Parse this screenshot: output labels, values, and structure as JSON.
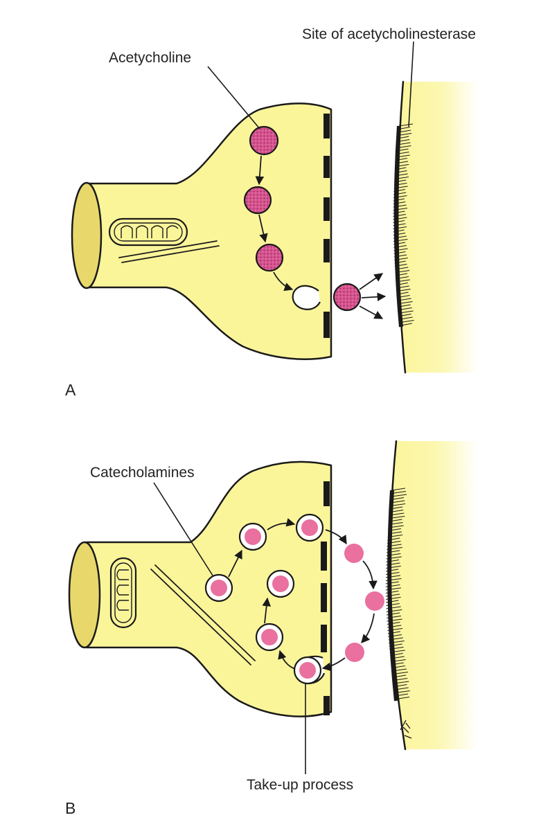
{
  "panel_a": {
    "letter": "A",
    "label_acetylcholine": "Acetycholine",
    "label_acetylcholinesterase": "Site of acetycholinesterase"
  },
  "panel_b": {
    "letter": "B",
    "label_catecholamines": "Catecholamines",
    "label_takeup": "Take-up process"
  },
  "colors": {
    "terminal_fill": "#FBF59A",
    "postsynaptic_fill": "#FBF59A",
    "outline": "#1a1a1a",
    "acetylcholine_vesicle": "#D6538F",
    "catecholamine_vesicle": "#E9709F"
  }
}
